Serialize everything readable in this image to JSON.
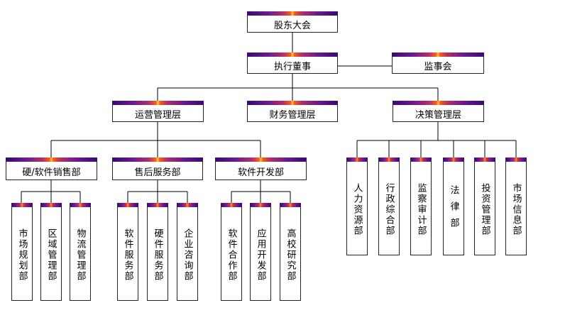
{
  "org": {
    "shareholders": "股东大会",
    "executive": "执行董事",
    "supervisor": "监事会",
    "operations": "运营管理层",
    "finance": "财务管理层",
    "decision": "决策管理层",
    "hw_sw_sales": "硬/软件销售部",
    "after_sales": "售后服务部",
    "sw_dev": "软件开发部",
    "market_planning": "市场规划部",
    "region_mgmt": "区域管理部",
    "logistics_mgmt": "物流管理部",
    "sw_service": "软件服务部",
    "hw_service": "硬件服务部",
    "consulting": "企业咨询部",
    "sw_coop": "软件合作部",
    "app_dev": "应用开发部",
    "univ_research": "高校研究部",
    "hr": "人力资源部",
    "admin": "行政综合部",
    "audit": "监察审计部",
    "legal": "法律部",
    "investment": "投资管理部",
    "market_info": "市场信息部"
  }
}
